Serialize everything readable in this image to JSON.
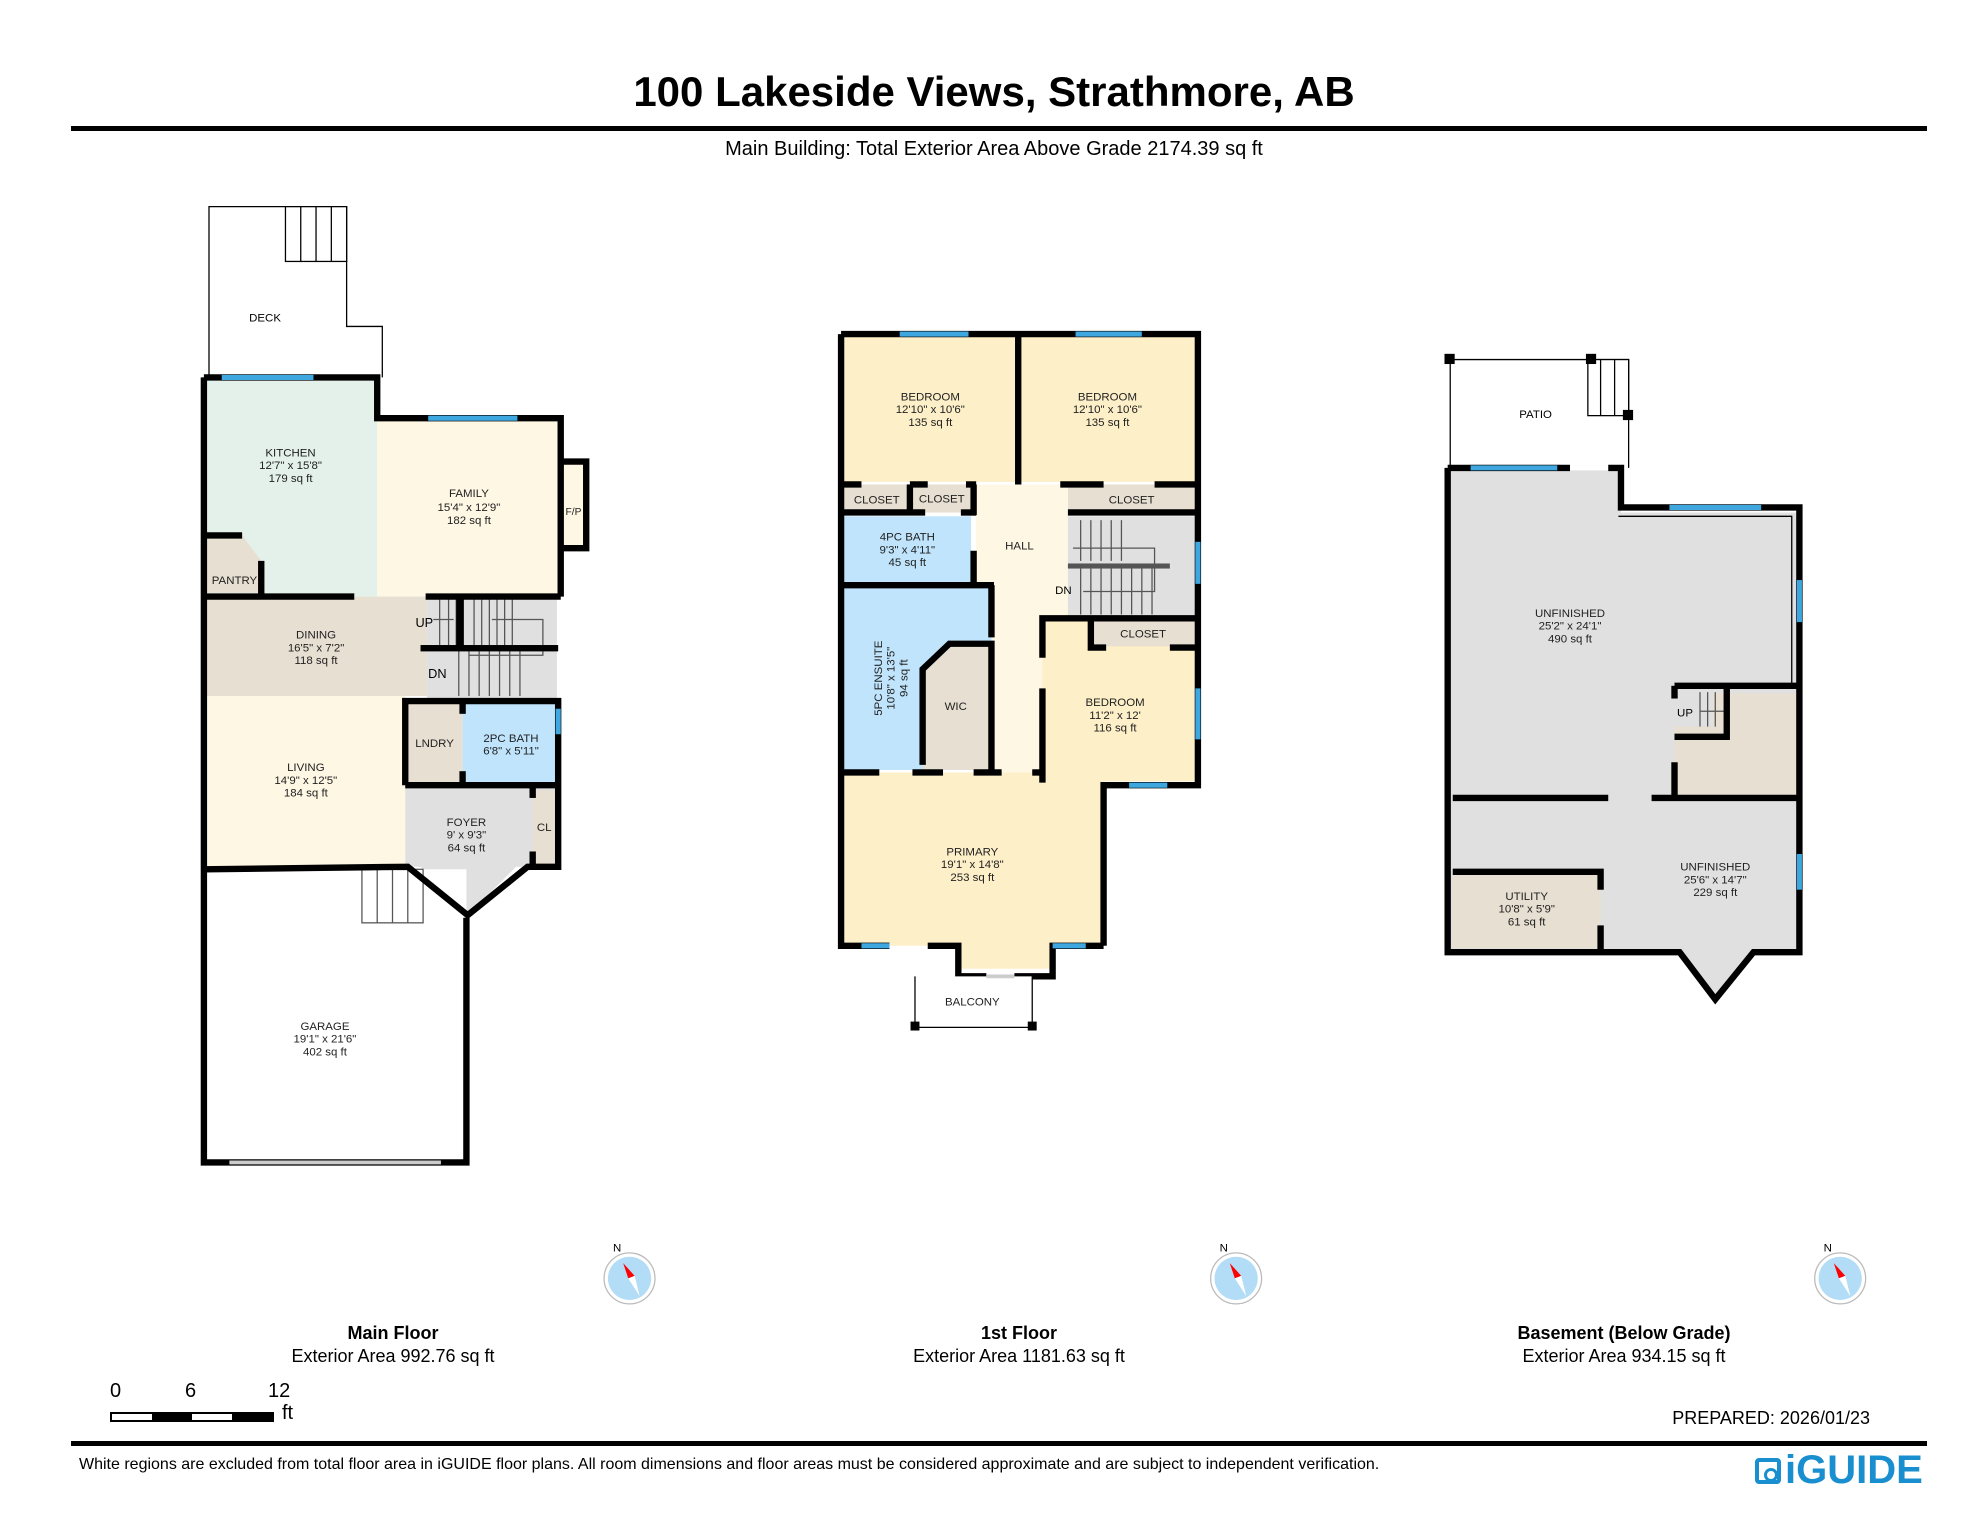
{
  "header": {
    "title": "100 Lakeside Views, Strathmore, AB",
    "subtitle": "Main Building: Total Exterior Area Above Grade 2174.39 sq ft"
  },
  "colors": {
    "wall": "#000000",
    "window": "#3ea7e0",
    "kitchen": "#e4f1ea",
    "living_cream": "#fdf7e4",
    "dining_beige": "#e7dfd2",
    "bedroom_yellow": "#fdefc8",
    "bath_blue": "#bfe4fb",
    "unfinished_gray": "#e0e0e0",
    "compass_red": "#ff0000",
    "compass_blue": "#b3dcf7",
    "brand_blue": "#1a8fd0"
  },
  "floors": [
    {
      "name": "Main Floor",
      "area": "Exterior Area 992.76 sq ft",
      "rooms": [
        {
          "label": "DECK"
        },
        {
          "label": "KITCHEN",
          "dims": "12'7\" x 15'8\"",
          "area": "179 sq ft"
        },
        {
          "label": "FAMILY",
          "dims": "15'4\" x 12'9\"",
          "area": "182 sq ft"
        },
        {
          "label": "F/P"
        },
        {
          "label": "PANTRY"
        },
        {
          "label": "DINING",
          "dims": "16'5\" x 7'2\"",
          "area": "118 sq ft"
        },
        {
          "label": "UP"
        },
        {
          "label": "DN"
        },
        {
          "label": "LIVING",
          "dims": "14'9\" x 12'5\"",
          "area": "184 sq ft"
        },
        {
          "label": "LNDRY"
        },
        {
          "label": "2PC BATH",
          "dims": "6'8\" x 5'11\""
        },
        {
          "label": "FOYER",
          "dims": "9' x 9'3\"",
          "area": "64 sq ft"
        },
        {
          "label": "CL"
        },
        {
          "label": "GARAGE",
          "dims": "19'1\" x 21'6\"",
          "area": "402 sq ft"
        }
      ]
    },
    {
      "name": "1st Floor",
      "area": "Exterior Area 1181.63 sq ft",
      "rooms": [
        {
          "label": "BEDROOM",
          "dims": "12'10\" x 10'6\"",
          "area": "135 sq ft"
        },
        {
          "label": "BEDROOM",
          "dims": "12'10\" x 10'6\"",
          "area": "135 sq ft"
        },
        {
          "label": "CLOSET"
        },
        {
          "label": "CLOSET"
        },
        {
          "label": "CLOSET"
        },
        {
          "label": "4PC BATH",
          "dims": "9'3\" x 4'11\"",
          "area": "45 sq ft"
        },
        {
          "label": "HALL"
        },
        {
          "label": "DN"
        },
        {
          "label": "5PC ENSUITE",
          "dims": "10'8\" x 13'5\"",
          "area": "94 sq ft"
        },
        {
          "label": "WIC"
        },
        {
          "label": "CLOSET"
        },
        {
          "label": "BEDROOM",
          "dims": "11'2\" x 12'",
          "area": "116 sq ft"
        },
        {
          "label": "PRIMARY",
          "dims": "19'1\" x 14'8\"",
          "area": "253 sq ft"
        },
        {
          "label": "BALCONY"
        }
      ]
    },
    {
      "name": "Basement (Below Grade)",
      "area": "Exterior Area 934.15 sq ft",
      "rooms": [
        {
          "label": "PATIO"
        },
        {
          "label": "UNFINISHED",
          "dims": "25'2\" x 24'1\"",
          "area": "490 sq ft"
        },
        {
          "label": "UP"
        },
        {
          "label": "UNFINISHED",
          "dims": "25'6\" x 14'7\"",
          "area": "229 sq ft"
        },
        {
          "label": "UTILITY",
          "dims": "10'8\" x 5'9\"",
          "area": "61 sq ft"
        }
      ]
    }
  ],
  "compass": {
    "label": "N"
  },
  "scale_bar": {
    "ticks": [
      "0",
      "6",
      "12"
    ],
    "unit": "ft"
  },
  "footer": {
    "prepared": "PREPARED: 2026/01/23",
    "disclaimer": "White regions are excluded from total floor area in iGUIDE floor plans. All room dimensions and floor areas must be considered approximate and are subject to independent verification.",
    "brand": "iGUIDE"
  }
}
